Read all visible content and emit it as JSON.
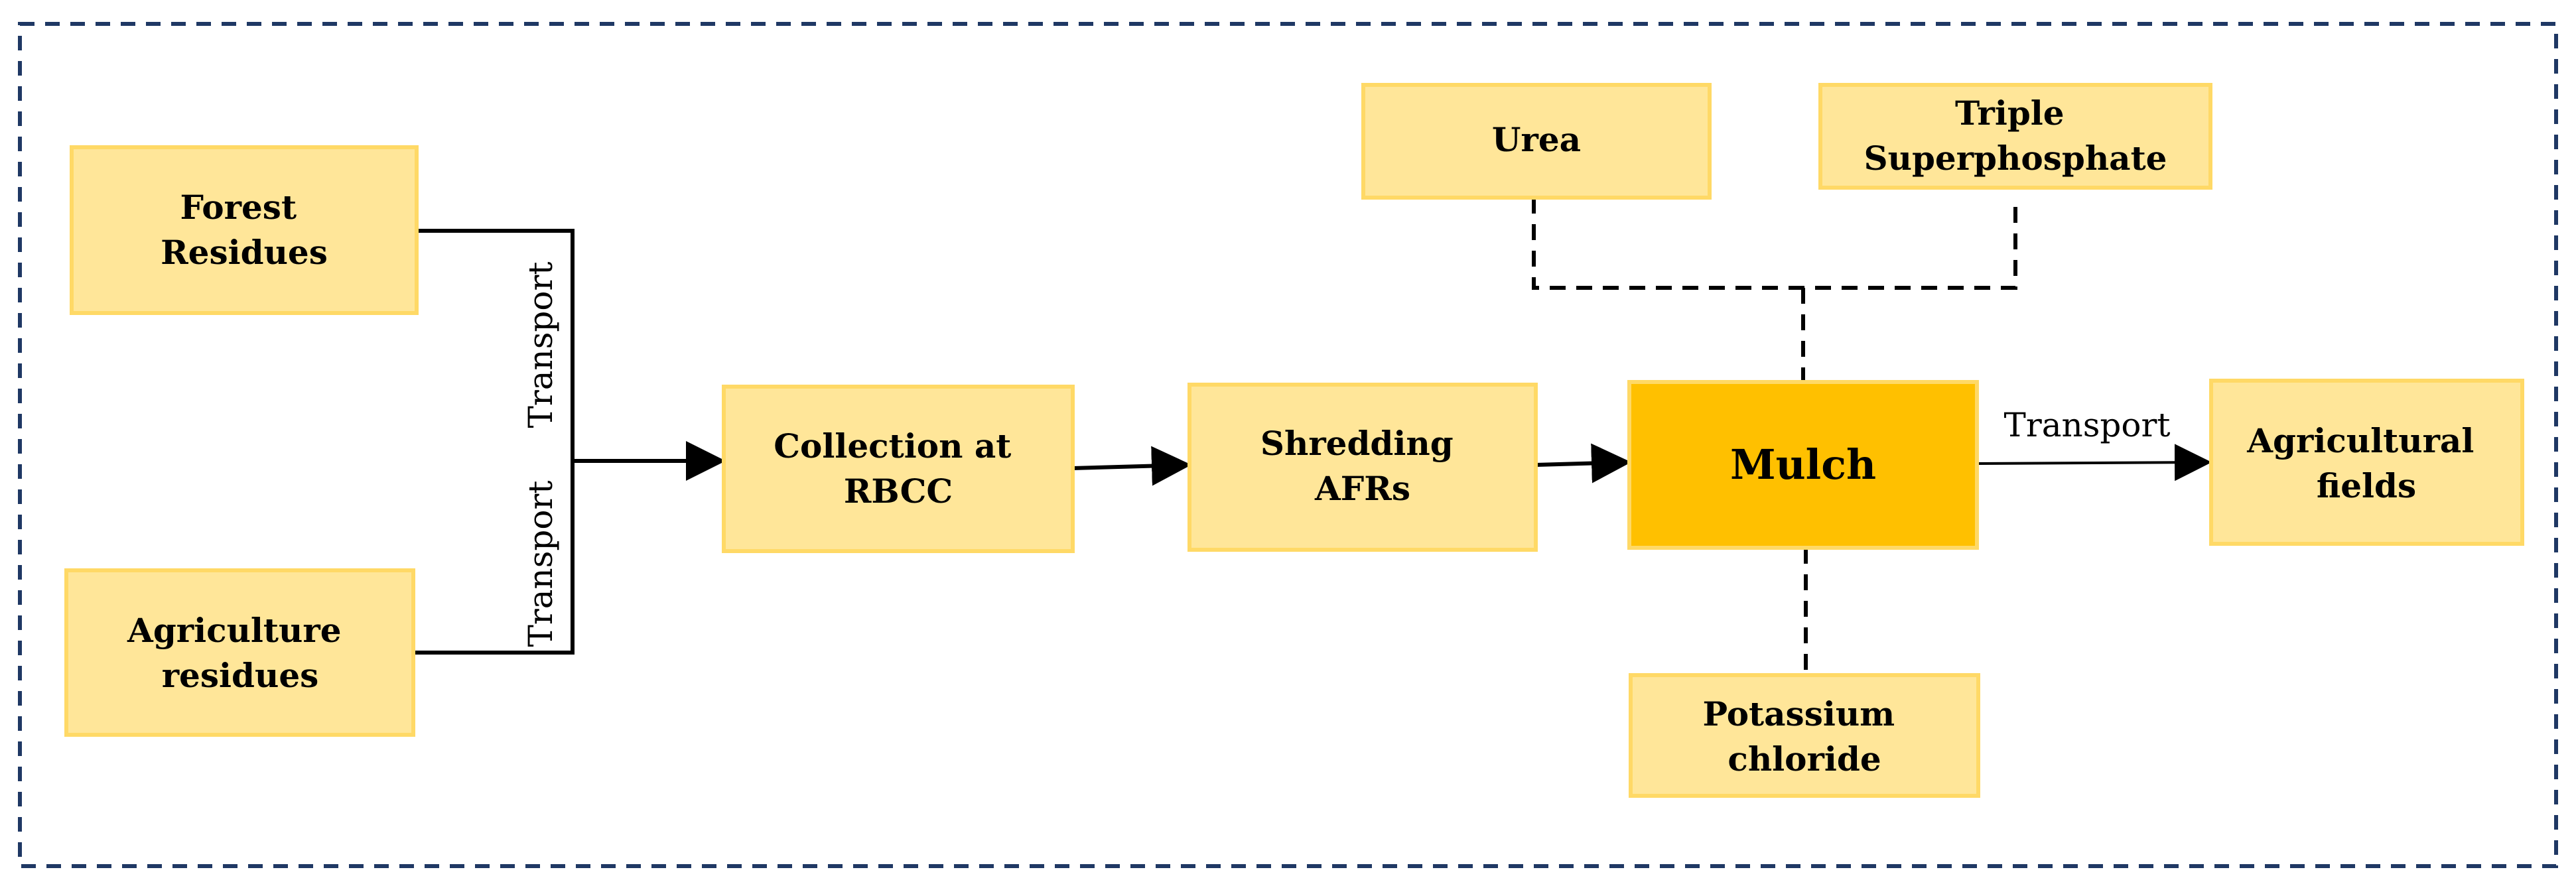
{
  "colors": {
    "box_fill": "#FFE699",
    "box_border": "#FFD966",
    "highlight_fill": "#FFC000",
    "highlight_border": "#FFD966",
    "frame_border": "#1F3864",
    "line": "#000000"
  },
  "nodes": {
    "forest_residues": {
      "line1": "Forest",
      "line2": "Residues"
    },
    "agriculture_residues": {
      "line1": "Agriculture",
      "line2": "residues"
    },
    "collection": {
      "line1": "Collection at",
      "line2": "RBCC"
    },
    "shredding": {
      "line1": "Shredding",
      "line2": "AFRs"
    },
    "mulch": {
      "label": "Mulch"
    },
    "agricultural_fields": {
      "line1": "Agricultural",
      "line2": "fields"
    },
    "urea": {
      "label": "Urea"
    },
    "triple_superphosphate": {
      "line1": "Triple",
      "line2": "Superphosphate"
    },
    "potassium_chloride": {
      "line1": "Potassium",
      "line2": "chloride"
    }
  },
  "edge_labels": {
    "forest_transport": "Transport",
    "agriculture_transport": "Transport",
    "mulch_transport": "Transport"
  }
}
